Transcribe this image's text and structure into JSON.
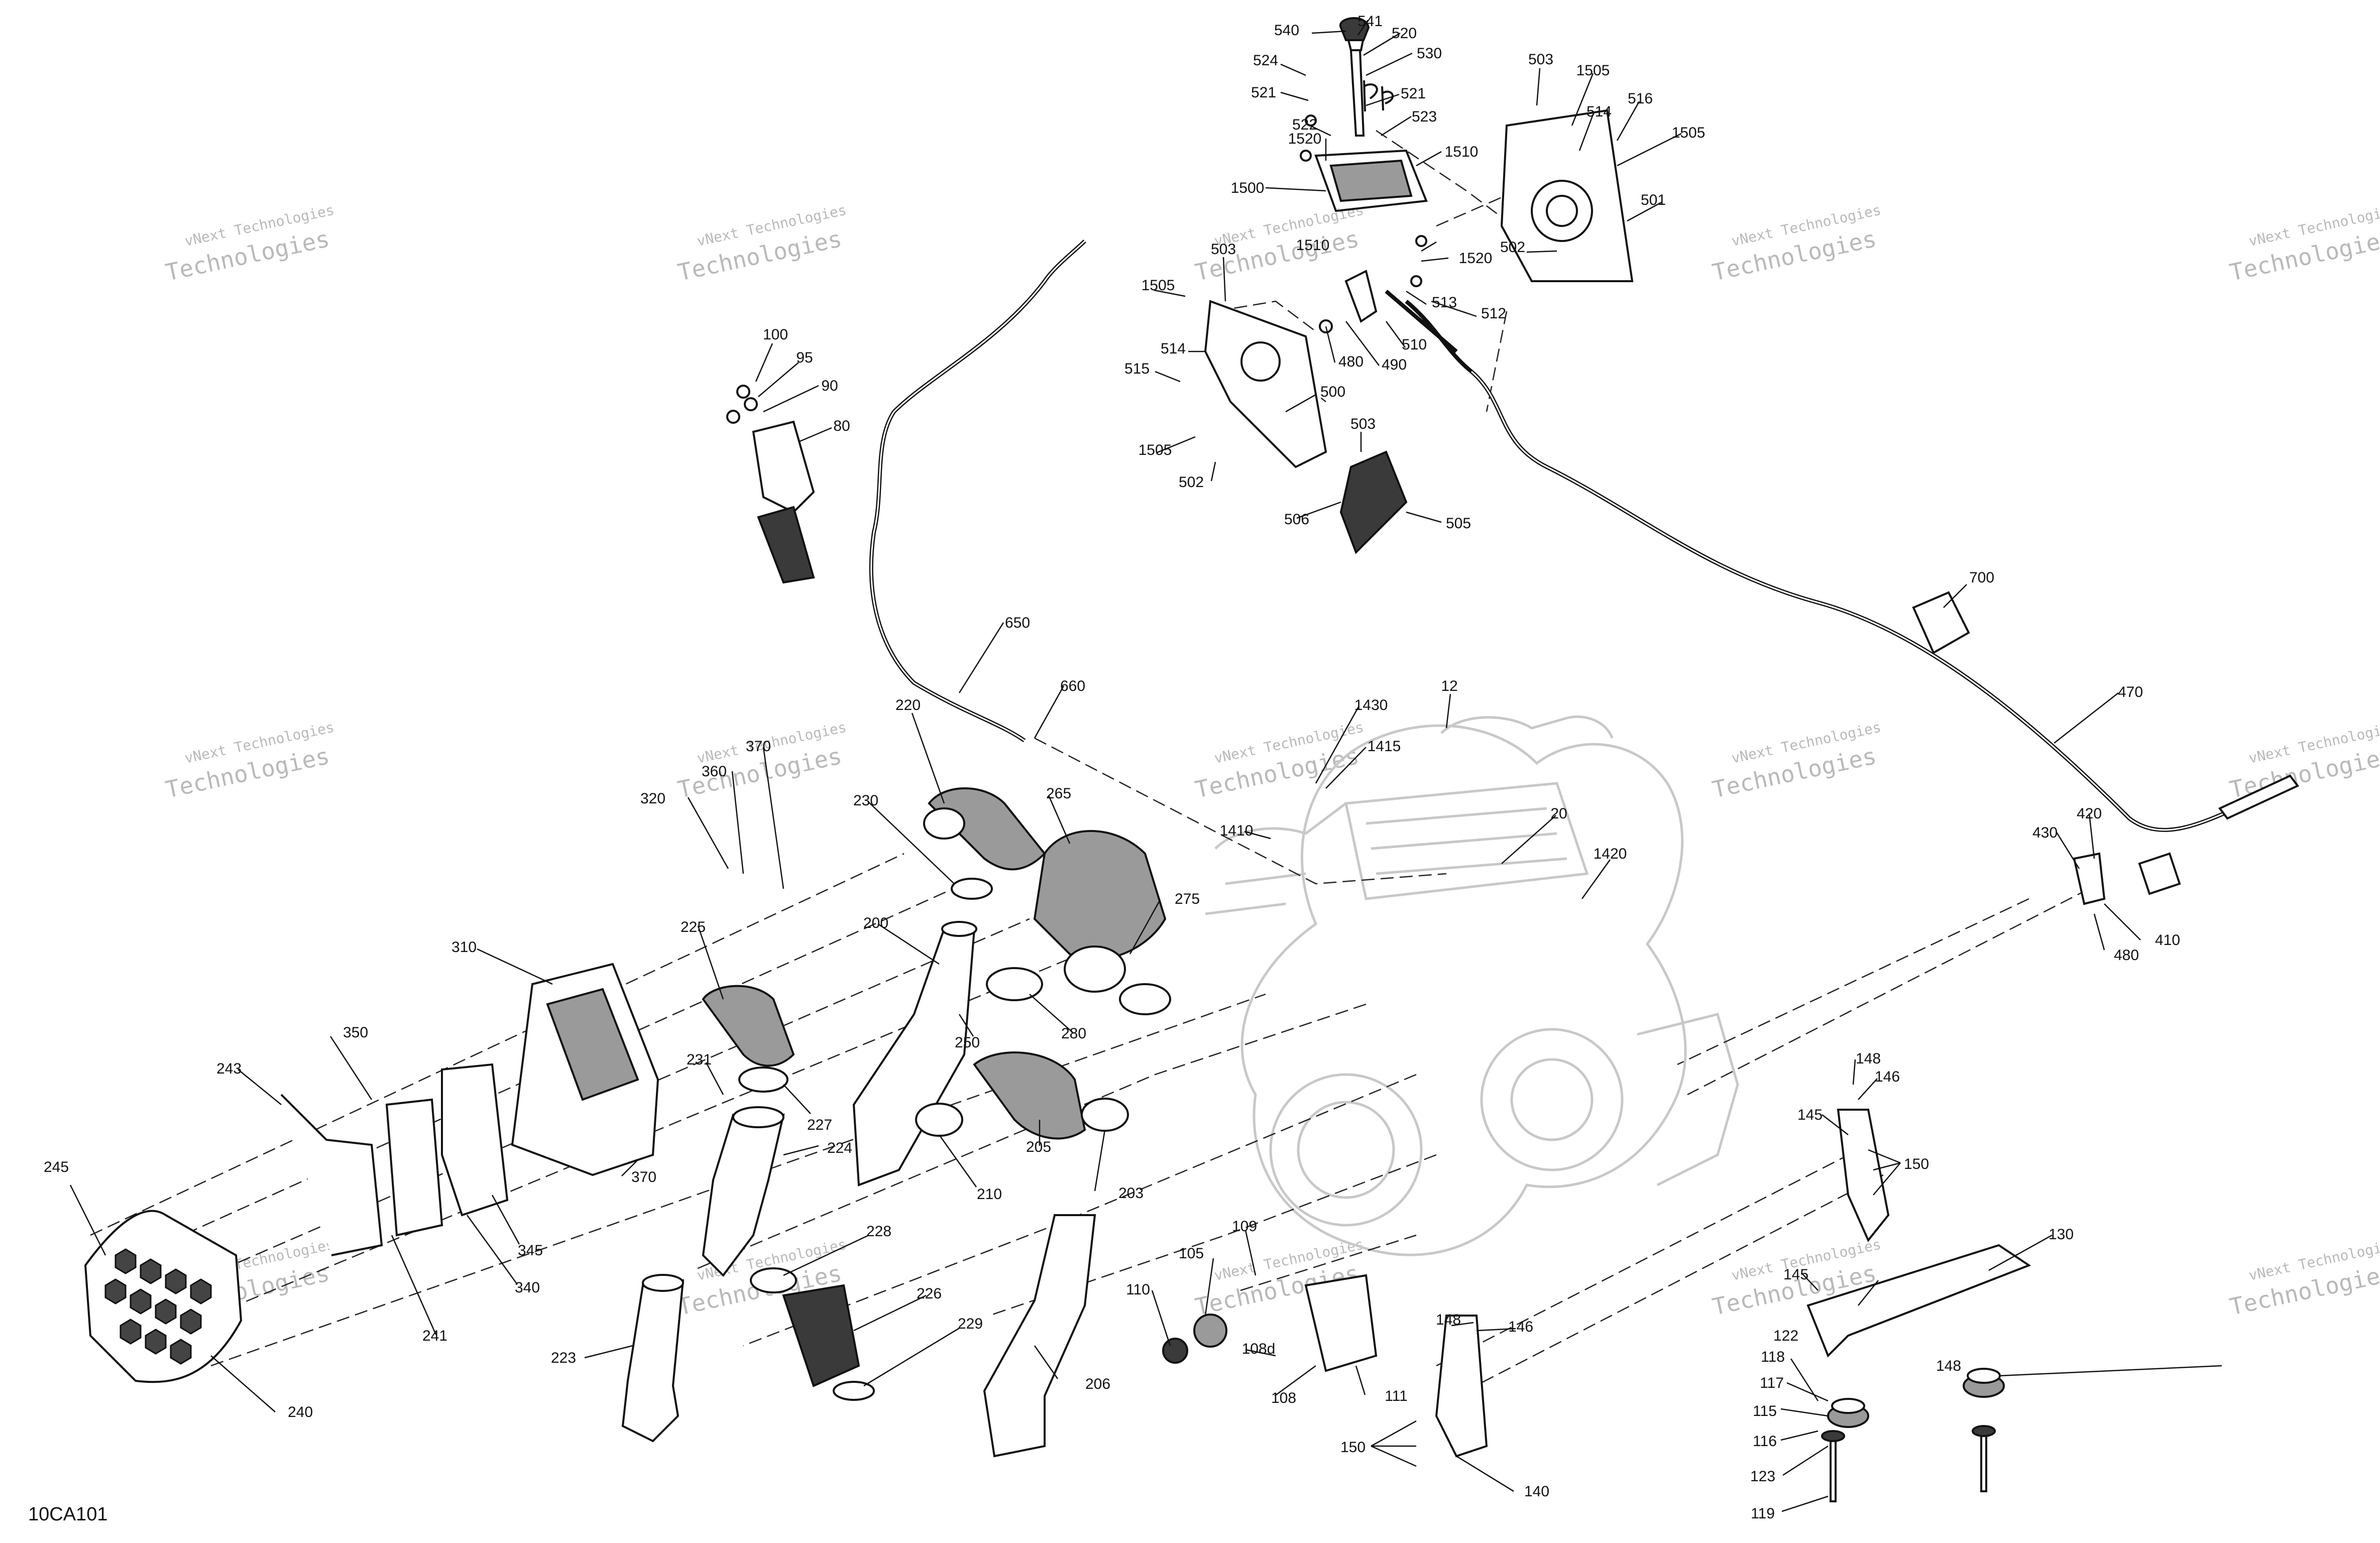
{
  "figure": {
    "reference": "10CA101",
    "watermark": {
      "line1": "vNext Technologies",
      "line2": "Technologies"
    }
  },
  "callouts": [
    {
      "label": "540"
    },
    {
      "label": "541"
    },
    {
      "label": "520"
    },
    {
      "label": "530"
    },
    {
      "label": "524"
    },
    {
      "label": "521"
    },
    {
      "label": "521"
    },
    {
      "label": "522"
    },
    {
      "label": "523"
    },
    {
      "label": "1520"
    },
    {
      "label": "1510"
    },
    {
      "label": "1500"
    },
    {
      "label": "1510"
    },
    {
      "label": "1520"
    },
    {
      "label": "503"
    },
    {
      "label": "1505"
    },
    {
      "label": "514"
    },
    {
      "label": "516"
    },
    {
      "label": "1505"
    },
    {
      "label": "501"
    },
    {
      "label": "502"
    },
    {
      "label": "513"
    },
    {
      "label": "512"
    },
    {
      "label": "503"
    },
    {
      "label": "1505"
    },
    {
      "label": "514"
    },
    {
      "label": "480"
    },
    {
      "label": "490"
    },
    {
      "label": "510"
    },
    {
      "label": "515"
    },
    {
      "label": "500"
    },
    {
      "label": "1505"
    },
    {
      "label": "503"
    },
    {
      "label": "502"
    },
    {
      "label": "506"
    },
    {
      "label": "505"
    },
    {
      "label": "100"
    },
    {
      "label": "95"
    },
    {
      "label": "90"
    },
    {
      "label": "80"
    },
    {
      "label": "700"
    },
    {
      "label": "650"
    },
    {
      "label": "660"
    },
    {
      "label": "470"
    },
    {
      "label": "220"
    },
    {
      "label": "1430"
    },
    {
      "label": "12"
    },
    {
      "label": "1415"
    },
    {
      "label": "370"
    },
    {
      "label": "360"
    },
    {
      "label": "320"
    },
    {
      "label": "230"
    },
    {
      "label": "265"
    },
    {
      "label": "1410"
    },
    {
      "label": "20"
    },
    {
      "label": "1420"
    },
    {
      "label": "420"
    },
    {
      "label": "430"
    },
    {
      "label": "275"
    },
    {
      "label": "410"
    },
    {
      "label": "480"
    },
    {
      "label": "310"
    },
    {
      "label": "225"
    },
    {
      "label": "200"
    },
    {
      "label": "250"
    },
    {
      "label": "280"
    },
    {
      "label": "350"
    },
    {
      "label": "243"
    },
    {
      "label": "231"
    },
    {
      "label": "227"
    },
    {
      "label": "205"
    },
    {
      "label": "148"
    },
    {
      "label": "146"
    },
    {
      "label": "145"
    },
    {
      "label": "150"
    },
    {
      "label": "245"
    },
    {
      "label": "370"
    },
    {
      "label": "345"
    },
    {
      "label": "224"
    },
    {
      "label": "210"
    },
    {
      "label": "203"
    },
    {
      "label": "109"
    },
    {
      "label": "105"
    },
    {
      "label": "130"
    },
    {
      "label": "340"
    },
    {
      "label": "228"
    },
    {
      "label": "241"
    },
    {
      "label": "226"
    },
    {
      "label": "110"
    },
    {
      "label": "145"
    },
    {
      "label": "122"
    },
    {
      "label": "229"
    },
    {
      "label": "148"
    },
    {
      "label": "146"
    },
    {
      "label": "108d"
    },
    {
      "label": "118"
    },
    {
      "label": "148"
    },
    {
      "label": "223"
    },
    {
      "label": "206"
    },
    {
      "label": "117"
    },
    {
      "label": "108"
    },
    {
      "label": "111"
    },
    {
      "label": "115"
    },
    {
      "label": "240"
    },
    {
      "label": "150"
    },
    {
      "label": "116"
    },
    {
      "label": "140"
    },
    {
      "label": "123"
    },
    {
      "label": "119"
    }
  ]
}
